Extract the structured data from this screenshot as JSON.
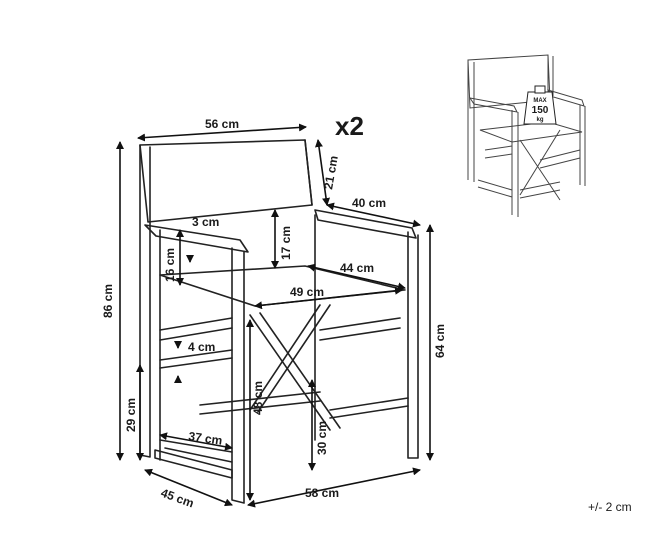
{
  "diagram": {
    "quantity_label": "x2",
    "tolerance_label": "+/- 2 cm",
    "badge": {
      "top": "MAX",
      "value": "150",
      "unit": "kg"
    },
    "dimensions": {
      "back_width": "56 cm",
      "back_height": "21 cm",
      "seat_depth_top": "40 cm",
      "armrest_gap": "3 cm",
      "back_gap_height": "17 cm",
      "armrest_height": "16 cm",
      "seat_depth": "44 cm",
      "seat_width": "49 cm",
      "total_height": "86 cm",
      "rear_height": "64 cm",
      "bar_gap": "4 cm",
      "seat_front_height": "48 cm",
      "lower_height": "29 cm",
      "footrest_height": "30 cm",
      "foot_width": "37 cm",
      "base_depth": "45 cm",
      "base_width": "58 cm"
    }
  },
  "colors": {
    "line": "#222222",
    "background": "#ffffff"
  }
}
